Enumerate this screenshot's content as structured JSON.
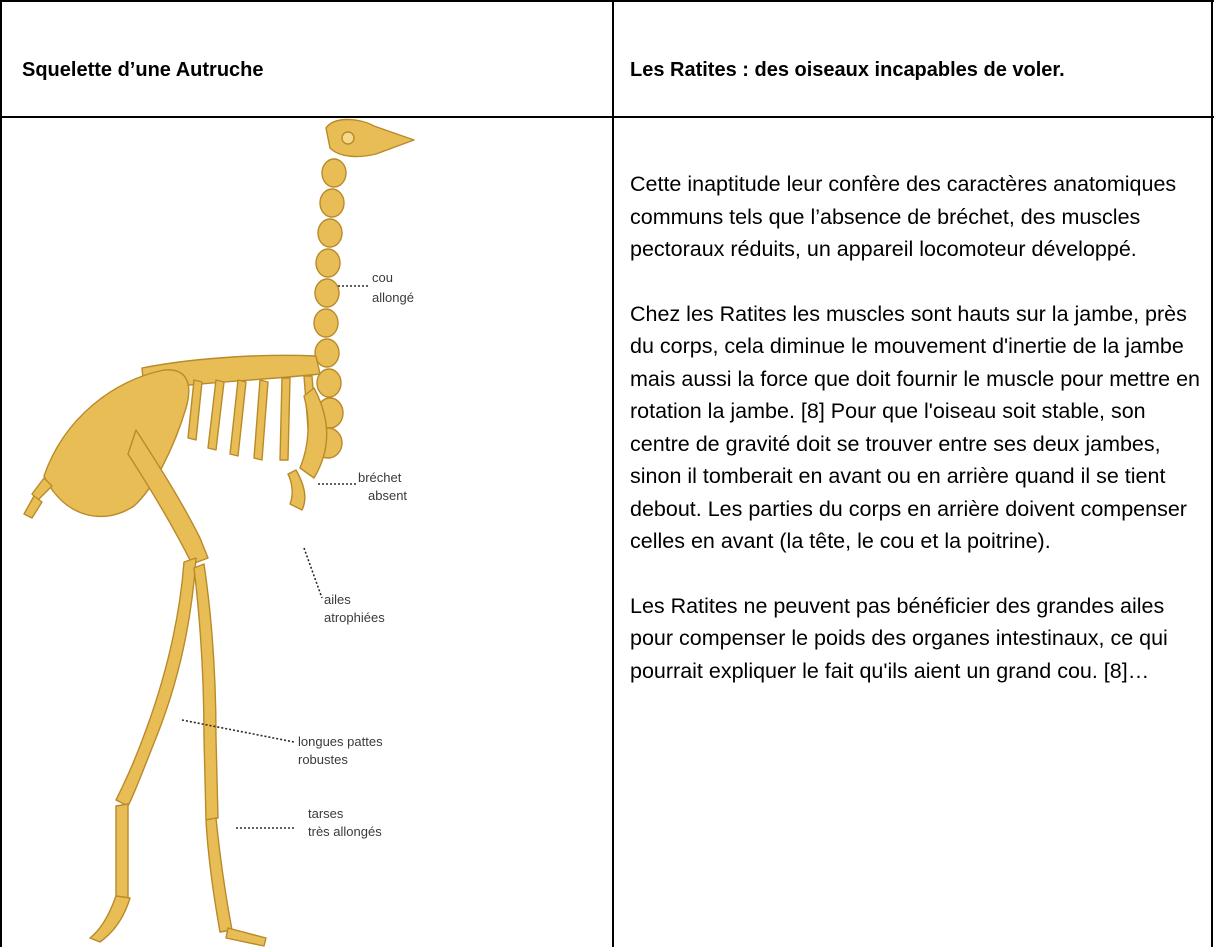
{
  "table": {
    "left_header": "Squelette d’une Autruche",
    "right_header": "Les Ratites : des oiseaux incapables de voler."
  },
  "figure": {
    "labels": {
      "cou": "cou",
      "allonge": "allongé",
      "brechet": "bréchet",
      "absent": "absent",
      "ailes": "ailes",
      "atrophiees": "atrophiées",
      "longues_pattes": "longues pattes",
      "robustes": "robustes",
      "tarses": "tarses",
      "tres_allonges": "très allongés"
    },
    "bone_color": "#e6b84a"
  },
  "text": {
    "paragraphs": [
      "Cette inaptitude leur confère des caractères anatomiques communs tels que l’absence de bréchet, des muscles pectoraux réduits, un appareil locomoteur développé.",
      "Chez les Ratites les muscles sont hauts sur la jambe, près du corps, cela diminue le mouvement d'inertie de la jambe mais aussi la force que doit fournir le muscle pour mettre en rotation la jambe. [8] Pour que l'oiseau soit stable, son centre de gravité doit se trouver entre ses deux jambes, sinon il tomberait en avant ou en arrière quand il se tient debout. Les parties du corps en arrière doivent compenser celles en avant (la tête, le cou et la poitrine).",
      "Les Ratites ne peuvent pas bénéficier des grandes ailes pour compenser le poids des organes intestinaux, ce qui pourrait expliquer le fait qu'ils aient un grand cou. [8]…"
    ]
  }
}
